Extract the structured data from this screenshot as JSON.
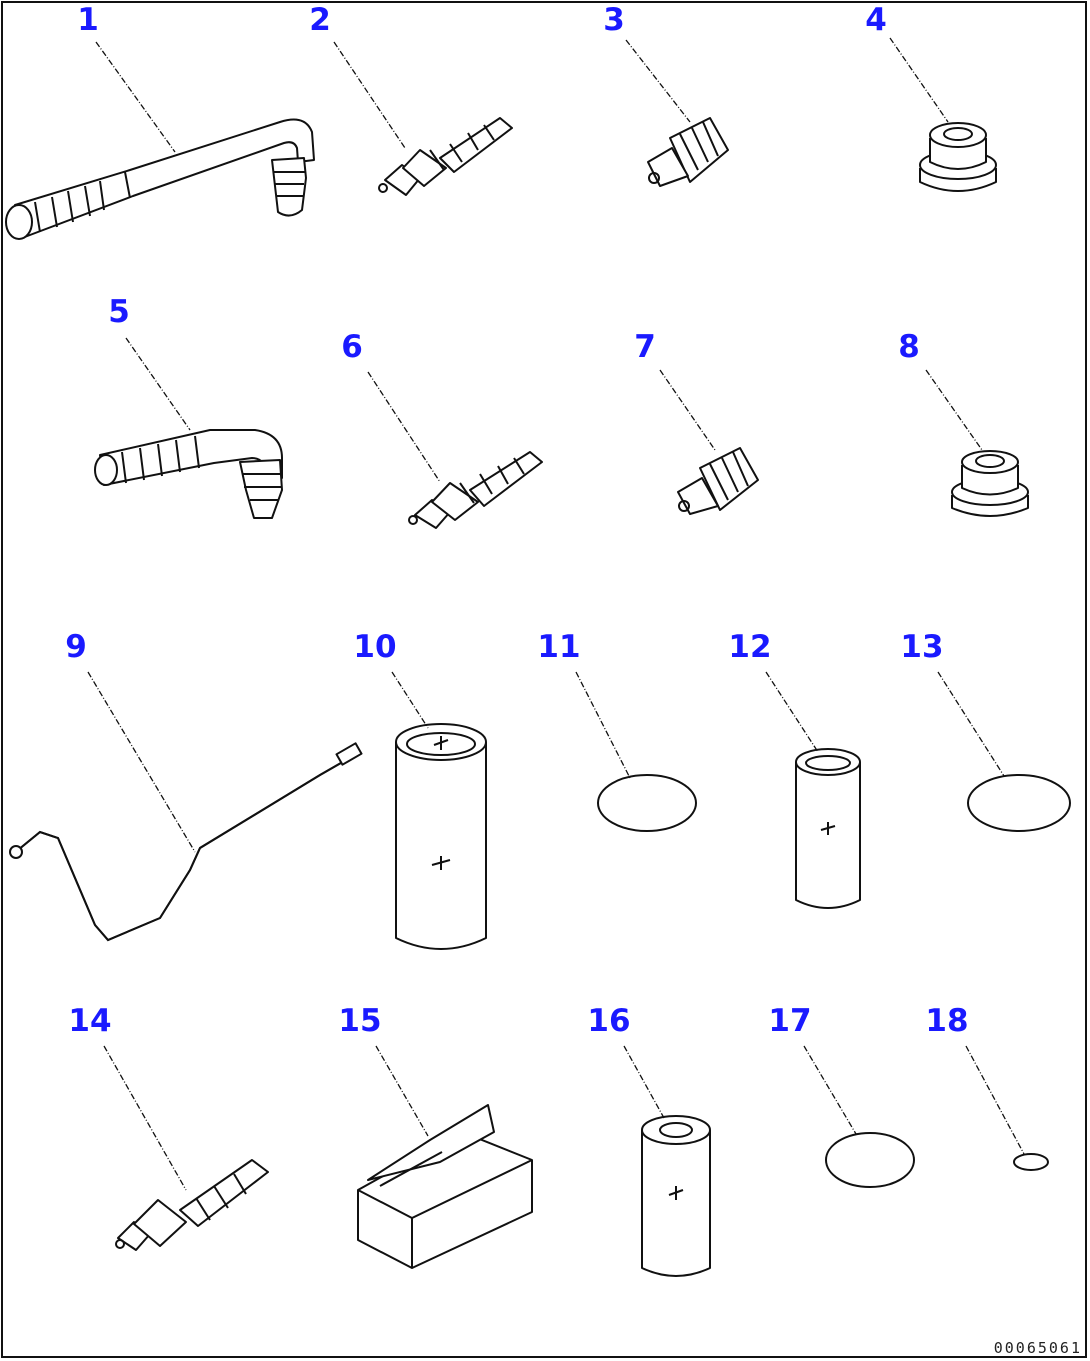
{
  "callouts": [
    "1",
    "2",
    "3",
    "4",
    "5",
    "6",
    "7",
    "8",
    "9",
    "10",
    "11",
    "12",
    "13",
    "14",
    "15",
    "16",
    "17",
    "18"
  ],
  "drawing_number": "00065061",
  "colors": {
    "callout": "#1a1aff",
    "line": "#111111",
    "background": "#ffffff"
  }
}
